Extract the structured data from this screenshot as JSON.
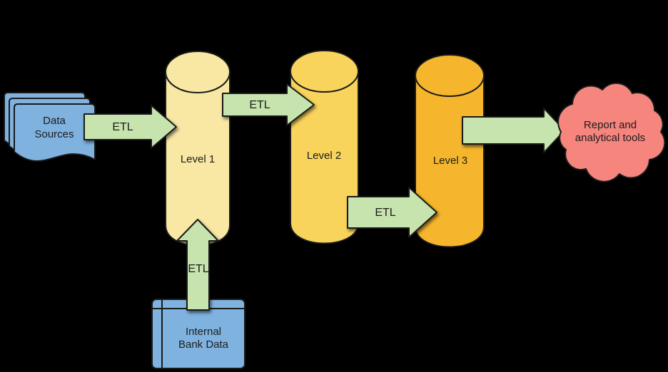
{
  "colors": {
    "background": "#000000",
    "outline": "#1a1a1a",
    "arrow_fill": "#c7e4ae",
    "source_blue": "#7fb2df",
    "level1_fill": "#f8e8a3",
    "level2_fill": "#f9d45c",
    "level3_fill": "#f5b62d",
    "cloud_fill": "#f5857d",
    "text": "#1c1c1c"
  },
  "nodes": {
    "data_sources": {
      "line1": "Data",
      "line2": "Sources"
    },
    "level1": {
      "label": "Level 1"
    },
    "level2": {
      "label": "Level 2"
    },
    "level3": {
      "label": "Level 3"
    },
    "report_tools": {
      "line1": "Report and",
      "line2": "analytical tools"
    },
    "internal_bank_data": {
      "line1": "Internal",
      "line2": "Bank Data"
    }
  },
  "arrows": {
    "sources_to_level1": {
      "label": "ETL"
    },
    "level1_to_level2": {
      "label": "ETL"
    },
    "level2_to_level3": {
      "label": "ETL"
    },
    "internal_to_level1": {
      "label": "ETL"
    },
    "level3_to_report": {
      "label": ""
    }
  }
}
